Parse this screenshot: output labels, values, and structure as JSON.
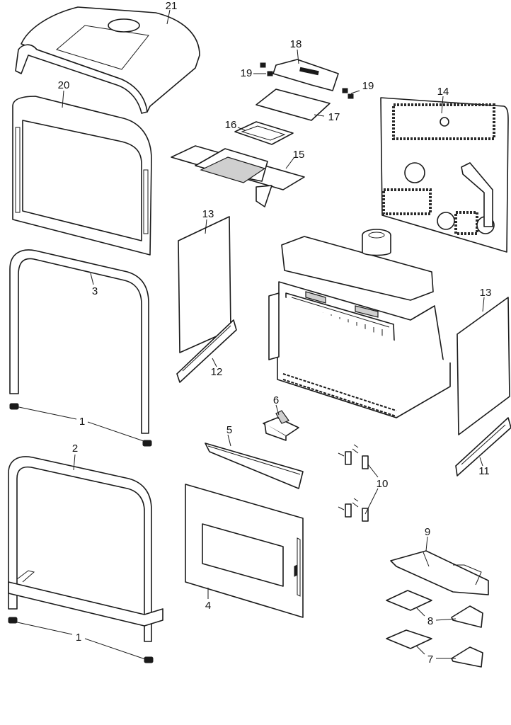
{
  "callouts": {
    "c1a": "1",
    "c1b": "1",
    "c2": "2",
    "c3": "3",
    "c4": "4",
    "c5": "5",
    "c6": "6",
    "c7": "7",
    "c8": "8",
    "c9": "9",
    "c10": "10",
    "c11": "11",
    "c12": "12",
    "c13a": "13",
    "c13b": "13",
    "c14": "14",
    "c15": "15",
    "c16": "16",
    "c17": "17",
    "c18": "18",
    "c19a": "19",
    "c19b": "19",
    "c20": "20",
    "c21": "21"
  },
  "colors": {
    "line": "#1a1a1a",
    "background": "#ffffff",
    "shade": "#cfcfcf"
  }
}
